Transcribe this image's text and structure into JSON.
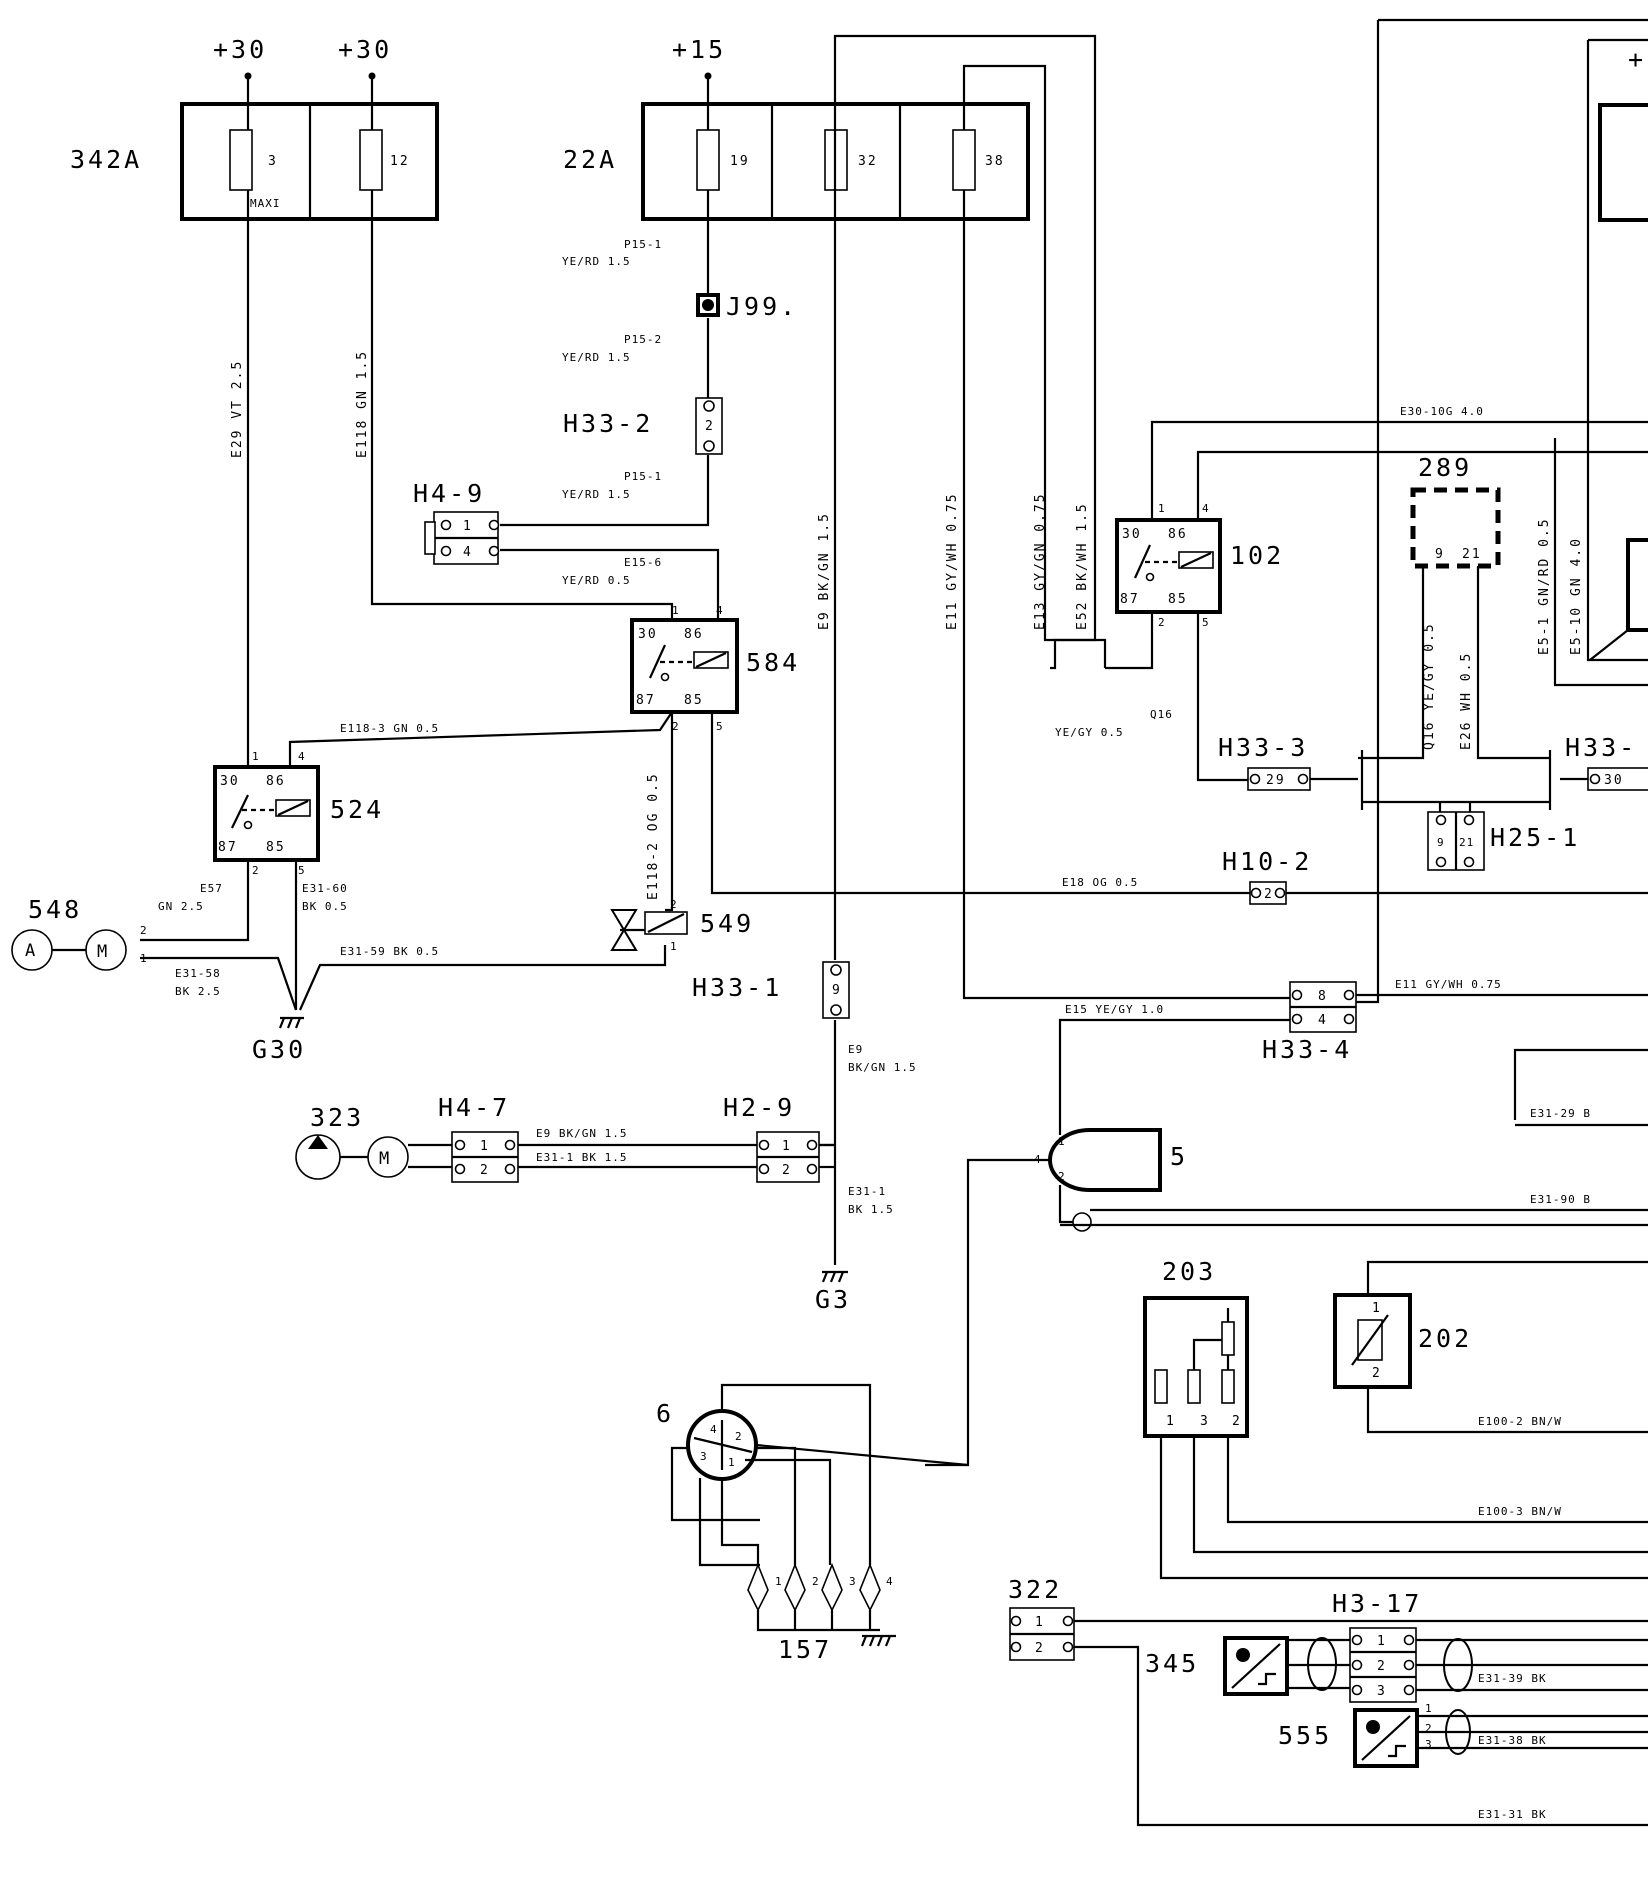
{
  "supplies": {
    "s1": "+30",
    "s2": "+30",
    "s3": "+15",
    "s4": "+"
  },
  "fuseboxes": {
    "f342a": {
      "label": "342A",
      "fuses": [
        "3",
        "12"
      ],
      "note": "MAXI"
    },
    "f22a": {
      "label": "22A",
      "fuses": [
        "19",
        "32",
        "38"
      ]
    }
  },
  "relays": {
    "r524": {
      "label": "524",
      "t30": "30",
      "t86": "86",
      "t87": "87",
      "t85": "85",
      "p1": "1",
      "p4": "4",
      "p2": "2",
      "p5": "5"
    },
    "r584": {
      "label": "584",
      "t30": "30",
      "t86": "86",
      "t87": "87",
      "t85": "85",
      "p1": "1",
      "p4": "4",
      "p2": "2",
      "p5": "5"
    },
    "r102": {
      "label": "102",
      "t30": "30",
      "t86": "86",
      "t87": "87",
      "t85": "85",
      "p1": "1",
      "p4": "4",
      "p2": "2",
      "p5": "5"
    }
  },
  "components": {
    "c548": "548",
    "c323": "323",
    "c549": "549",
    "c289": "289",
    "c289_p9": "9",
    "c289_p21": "21",
    "c5": "5",
    "c203": "203",
    "c202": "202",
    "c6": "6",
    "c157": "157",
    "c322": "322",
    "c345": "345",
    "c555": "555",
    "j99": "J99.",
    "g30": "G30",
    "g3": "G3",
    "motor_m": "M",
    "motor_a": "A"
  },
  "connectors": {
    "h4_9": "H4-9",
    "h33_2": "H33-2",
    "h33_3": "H33-3",
    "h33_3b": "H33-",
    "h25_1": "H25-1",
    "h10_2": "H10-2",
    "h33_1": "H33-1",
    "h33_4": "H33-4",
    "h4_7": "H4-7",
    "h2_9": "H2-9",
    "h3_17": "H3-17"
  },
  "pins": {
    "p1": "1",
    "p2": "2",
    "p3": "3",
    "p4": "4",
    "p8": "8",
    "p9": "9",
    "p21": "21",
    "p29": "29",
    "p30": "30"
  },
  "wires": {
    "e29": "E29 VT 2.5",
    "e118": "E118 GN 1.5",
    "p15_1a_id": "P15-1",
    "p15_1a_c": "YE/RD 1.5",
    "p15_2_id": "P15-2",
    "p15_2_c": "YE/RD 1.5",
    "p15_1b_id": "P15-1",
    "p15_1b_c": "YE/RD 1.5",
    "e15_6_id": "E15-6",
    "e15_6_c": "YE/RD 0.5",
    "e118_3": "E118-3 GN 0.5",
    "e118_2": "E118-2 OG 0.5",
    "e57_id": "E57",
    "e57_c": "GN 2.5",
    "e31_60_id": "E31-60",
    "e31_60_c": "BK 0.5",
    "e31_59": "E31-59 BK 0.5",
    "e31_58_id": "E31-58",
    "e31_58_c": "BK 2.5",
    "e9_v": "E9 BK/GN 1.5",
    "e11_v": "E11 GY/WH 0.75",
    "e13": "E13 GY/GN 0.75",
    "e52": "E52 BK/WH 1.5",
    "e30_10": "E30-10G 4.0",
    "q16_id": "Q16",
    "q16_c": "YE/GY 0.5",
    "q16_v": "Q16 YE/GY 0.5",
    "e26": "E26 WH 0.5",
    "e5_1": "E5-1 GN/RD 0.5",
    "e5_10": "E5-10 GN 4.0",
    "e18": "E18 OG 0.5",
    "e11_h": "E11 GY/WH 0.75",
    "e15": "E15 YE/GY 1.0",
    "e9_id": "E9",
    "e9_c": "BK/GN 1.5",
    "e9_h": "E9 BK/GN 1.5",
    "e31_1_h": "E31-1 BK 1.5",
    "e31_1_id": "E31-1",
    "e31_1_c": "BK 1.5",
    "e31_29": "E31-29 B",
    "e31_90": "E31-90 B",
    "e100_2": "E100-2 BN/W",
    "e100_3": "E100-3 BN/W",
    "e31_39": "E31-39 BK",
    "e31_38": "E31-38 BK",
    "e31_31": "E31-31 BK"
  }
}
